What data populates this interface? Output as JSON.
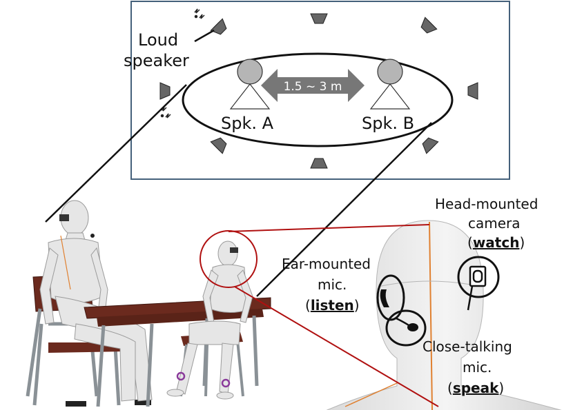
{
  "room": {
    "loudspeaker_line1": "Loud",
    "loudspeaker_line2": "speaker",
    "distance": "1.5 ~ 3 m",
    "speaker_a": "Spk. A",
    "speaker_b": "Spk. B"
  },
  "devices": {
    "camera_line1": "Head-mounted",
    "camera_line2": "camera",
    "camera_role": "watch",
    "ear_line1": "Ear-mounted",
    "ear_line2": "mic.",
    "ear_role": "listen",
    "close_line1": "Close-talking",
    "close_line2": "mic.",
    "close_role": "speak"
  },
  "colors": {
    "room_border": "#44607a",
    "highlight": "#b01010",
    "arrow": "#777777",
    "head": "#b5b5b5",
    "desk": "#6b2a1e",
    "metal": "#8a9196",
    "figure": "#e6e6e6"
  },
  "icons": [
    "loudspeaker-icon",
    "sound-wave-icon",
    "person-icon",
    "camera-icon",
    "microphone-icon"
  ]
}
